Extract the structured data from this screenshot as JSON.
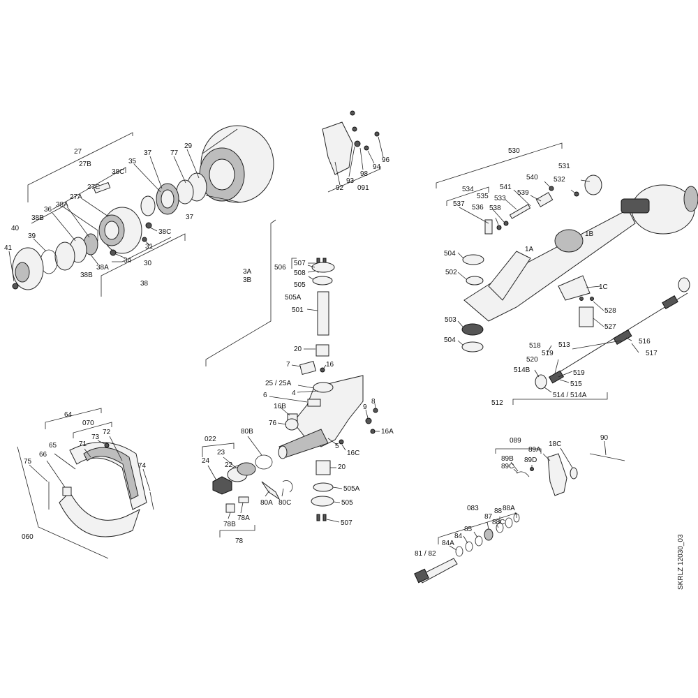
{
  "drawing_ref": "SKRLZ 12030_03",
  "groups": {
    "hub_drum": [
      "27",
      "27B",
      "27C",
      "27A",
      "29",
      "77",
      "37",
      "35",
      "38C",
      "36",
      "38A",
      "38B",
      "39",
      "40",
      "41",
      "34",
      "31",
      "30",
      "38"
    ],
    "backplate": [
      "92",
      "93",
      "98",
      "94",
      "96",
      "091"
    ],
    "axle_beam": [
      "530",
      "531",
      "532",
      "540",
      "541",
      "539",
      "533",
      "534",
      "535",
      "536",
      "537",
      "538",
      "1A",
      "1B",
      "1C",
      "504",
      "502",
      "503",
      "528",
      "527"
    ],
    "tie_rod": [
      "518",
      "513",
      "519",
      "520",
      "514B",
      "515",
      "514 / 514A",
      "512",
      "516",
      "517"
    ],
    "knuckle": [
      "506",
      "507",
      "508",
      "505",
      "505A",
      "3A",
      "3B",
      "501",
      "20",
      "7",
      "16",
      "25 / 25A",
      "4",
      "6",
      "16B",
      "9",
      "8",
      "76",
      "5",
      "16A",
      "16C"
    ],
    "kingpin_lower": [
      "022",
      "24",
      "23",
      "22",
      "80B",
      "80A",
      "80C",
      "78",
      "78A",
      "78B"
    ],
    "brake_shoes": [
      "64",
      "070",
      "65",
      "66",
      "71",
      "72",
      "73",
      "74",
      "75",
      "060"
    ],
    "slack_adjuster": [
      "089",
      "89A",
      "89B",
      "89C",
      "89D",
      "18C",
      "90"
    ],
    "camshaft": [
      "083",
      "84",
      "84A",
      "85",
      "87",
      "88",
      "88A",
      "88C",
      "81 / 82"
    ]
  },
  "labels": {
    "l27": "27",
    "l27B": "27B",
    "l27C": "27C",
    "l27A": "27A",
    "l29": "29",
    "l77": "77",
    "l37a": "37",
    "l37b": "37",
    "l35": "35",
    "l38C1": "38C",
    "l38C2": "38C",
    "l36": "36",
    "l38A1": "38A",
    "l38A2": "38A",
    "l38B1": "38B",
    "l38B2": "38B",
    "l39": "39",
    "l40": "40",
    "l41": "41",
    "l34": "34",
    "l31": "31",
    "l30": "30",
    "l38": "38",
    "l92": "92",
    "l93": "93",
    "l98": "98",
    "l94": "94",
    "l96": "96",
    "l091": "091",
    "l530": "530",
    "l531": "531",
    "l532": "532",
    "l540": "540",
    "l541": "541",
    "l539": "539",
    "l533": "533",
    "l534": "534",
    "l535": "535",
    "l536": "536",
    "l537": "537",
    "l538": "538",
    "l1A": "1A",
    "l1B": "1B",
    "l1C": "1C",
    "l504a": "504",
    "l502": "502",
    "l503": "503",
    "l504b": "504",
    "l528": "528",
    "l527": "527",
    "l518": "518",
    "l519a": "519",
    "l513": "513",
    "l520": "520",
    "l514B": "514B",
    "l519b": "519",
    "l515": "515",
    "l514": "514 / 514A",
    "l512": "512",
    "l516": "516",
    "l517": "517",
    "l506": "506",
    "l507a": "507",
    "l508": "508",
    "l505a": "505",
    "l505Aa": "505A",
    "l3A": "3A",
    "l3B": "3B",
    "l501": "501",
    "l20a": "20",
    "l7": "7",
    "l16": "16",
    "l25": "25 / 25A",
    "l4": "4",
    "l6": "6",
    "l16B": "16B",
    "l9": "9",
    "l8": "8",
    "l76": "76",
    "l5": "5",
    "l16A": "16A",
    "l16C": "16C",
    "l20b": "20",
    "l505Ab": "505A",
    "l505b": "505",
    "l507b": "507",
    "l022": "022",
    "l24": "24",
    "l23": "23",
    "l22": "22",
    "l80B": "80B",
    "l80A": "80A",
    "l80C": "80C",
    "l78A": "78A",
    "l78B": "78B",
    "l78": "78",
    "l64": "64",
    "l070": "070",
    "l65": "65",
    "l66": "66",
    "l71": "71",
    "l72": "72",
    "l73": "73",
    "l74": "74",
    "l75": "75",
    "l060": "060",
    "l089": "089",
    "l89A": "89A",
    "l89B": "89B",
    "l89C": "89C",
    "l89D": "89D",
    "l18C": "18C",
    "l90": "90",
    "l083": "083",
    "l84": "84",
    "l84A": "84A",
    "l85": "85",
    "l87": "87",
    "l88": "88",
    "l88A": "88A",
    "l88C": "88C",
    "l8182": "81 / 82"
  }
}
